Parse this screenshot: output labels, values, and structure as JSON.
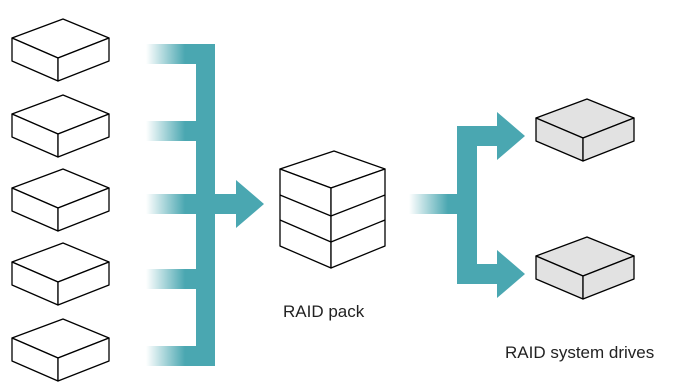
{
  "labels": {
    "raid_pack": "RAID pack",
    "system_drives": "RAID system drives"
  },
  "source_disks": {
    "count": 5,
    "icon": "disk-box-icon"
  },
  "raid_pack": {
    "stacked_disks": 3,
    "icon": "stacked-disk-icon"
  },
  "system_drives": {
    "count": 2,
    "icon": "system-drive-icon"
  },
  "colors": {
    "connector": "#4aa7b1",
    "disk_fill": "#ffffff",
    "system_drive_fill": "#e2e2e2",
    "outline": "#000000",
    "text": "#222222"
  }
}
